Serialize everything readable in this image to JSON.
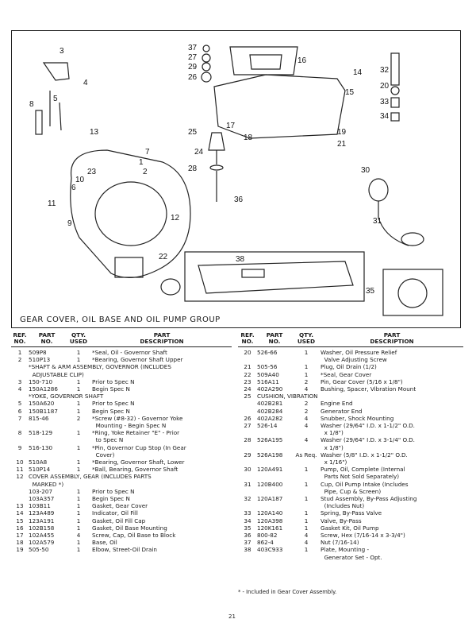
{
  "caption": "GEAR COVER, OIL BASE AND OIL PUMP GROUP",
  "headers": {
    "ref": "REF.\nNO.",
    "part": "PART\nNO.",
    "qty": "QTY.\nUSED",
    "desc": "PART\nDESCRIPTION"
  },
  "callouts": [
    "1",
    "2",
    "3",
    "4",
    "5",
    "6",
    "7",
    "8",
    "9",
    "10",
    "11",
    "12",
    "13",
    "14",
    "15",
    "16",
    "17",
    "18",
    "19",
    "20",
    "21",
    "22",
    "23",
    "24",
    "25",
    "26",
    "27",
    "28",
    "29",
    "30",
    "31",
    "32",
    "33",
    "34",
    "35",
    "36",
    "37",
    "38"
  ],
  "left_rows": [
    {
      "ref": "1",
      "part": "509P8",
      "qty": "1",
      "desc": "*Seal, Oil - Governor Shaft"
    },
    {
      "ref": "2",
      "part": "510P13",
      "qty": "1",
      "desc": "*Bearing, Governor Shaft Upper"
    },
    {
      "full": "*SHAFT & ARM ASSEMBLY, GOVERNOR (INCLUDES"
    },
    {
      "full": "  ADJUSTABLE CLIP)"
    },
    {
      "ref": "3",
      "part": "150-710",
      "qty": "1",
      "desc": "Prior to Spec N"
    },
    {
      "ref": "4",
      "part": "150A1286",
      "qty": "1",
      "desc": "Begin Spec N"
    },
    {
      "full": "*YOKE, GOVERNOR SHAFT"
    },
    {
      "ref": "5",
      "part": "150A620",
      "qty": "1",
      "desc": "Prior to Spec N"
    },
    {
      "ref": "6",
      "part": "150B1187",
      "qty": "1",
      "desc": "Begin Spec N"
    },
    {
      "ref": "7",
      "part": "815-46",
      "qty": "2",
      "desc": "*Screw (#8-32) - Governor Yoke"
    },
    {
      "desc": "  Mounting - Begin Spec N"
    },
    {
      "ref": "8",
      "part": "518-129",
      "qty": "1",
      "desc": "*Ring, Yoke Retainer \"E\" - Prior"
    },
    {
      "desc": "  to Spec N"
    },
    {
      "ref": "9",
      "part": "516-130",
      "qty": "1",
      "desc": "*Pin, Governor Cup Stop (In Gear"
    },
    {
      "desc": "  Cover)"
    },
    {
      "ref": "10",
      "part": "510A8",
      "qty": "1",
      "desc": "*Bearing, Governor Shaft, Lower"
    },
    {
      "ref": "11",
      "part": "510P14",
      "qty": "1",
      "desc": "*Ball, Bearing, Governor Shaft"
    },
    {
      "ref": "12",
      "full": "COVER ASSEMBLY, GEAR (INCLUDES PARTS"
    },
    {
      "full": "  MARKED *)"
    },
    {
      "part": "103-207",
      "qty": "1",
      "desc": "Prior to Spec N"
    },
    {
      "part": "103A357",
      "qty": "1",
      "desc": "Begin Spec N"
    },
    {
      "ref": "13",
      "part": "103B11",
      "qty": "1",
      "desc": "Gasket, Gear Cover"
    },
    {
      "ref": "14",
      "part": "123A489",
      "qty": "1",
      "desc": "Indicator, Oil Fill"
    },
    {
      "ref": "15",
      "part": "123A191",
      "qty": "1",
      "desc": "Gasket, Oil Fill Cap"
    },
    {
      "ref": "16",
      "part": "102B158",
      "qty": "1",
      "desc": "Gasket, Oil Base Mounting"
    },
    {
      "ref": "17",
      "part": "102A455",
      "qty": "4",
      "desc": "Screw, Cap, Oil Base to Block"
    },
    {
      "ref": "18",
      "part": "102A579",
      "qty": "1",
      "desc": "Base, Oil"
    },
    {
      "ref": "19",
      "part": "505-50",
      "qty": "1",
      "desc": "Elbow, Street-Oil Drain"
    }
  ],
  "right_rows": [
    {
      "ref": "20",
      "part": "526-66",
      "qty": "1",
      "desc": "Washer, Oil Pressure Relief"
    },
    {
      "desc": "  Valve Adjusting Screw"
    },
    {
      "ref": "21",
      "part": "505-56",
      "qty": "1",
      "desc": "Plug, Oil Drain (1/2)"
    },
    {
      "ref": "22",
      "part": "509A40",
      "qty": "1",
      "desc": "*Seal, Gear Cover"
    },
    {
      "ref": "23",
      "part": "516A11",
      "qty": "2",
      "desc": "Pin, Gear Cover (5/16 x 1/8\")"
    },
    {
      "ref": "24",
      "part": "402A290",
      "qty": "4",
      "desc": "Bushing, Spacer, Vibration Mount"
    },
    {
      "ref": "25",
      "full": "CUSHION, VIBRATION"
    },
    {
      "part": "402B281",
      "qty": "2",
      "desc": "Engine End"
    },
    {
      "part": "402B284",
      "qty": "2",
      "desc": "Generator End"
    },
    {
      "ref": "26",
      "part": "402A282",
      "qty": "4",
      "desc": "Snubber, Shock Mounting"
    },
    {
      "ref": "27",
      "part": "526-14",
      "qty": "4",
      "desc": "Washer (29/64\" I.D. x 1-1/2\" O.D."
    },
    {
      "desc": "  x 1/8\")"
    },
    {
      "ref": "28",
      "part": "526A195",
      "qty": "4",
      "desc": "Washer (29/64\" I.D. x 3-1/4\" O.D."
    },
    {
      "desc": "  x 1/8\")"
    },
    {
      "ref": "29",
      "part": "526A198",
      "qty": "As Req.",
      "desc": "Washer (5/8\" I.D. x 1-1/2\" O.D."
    },
    {
      "desc": "  x 1/16\")"
    },
    {
      "ref": "30",
      "part": "120A491",
      "qty": "1",
      "desc": "Pump, Oil, Complete (Internal"
    },
    {
      "desc": "  Parts Not Sold Separately)"
    },
    {
      "ref": "31",
      "part": "120B400",
      "qty": "1",
      "desc": "Cup, Oil Pump Intake (Includes"
    },
    {
      "desc": "  Pipe, Cup & Screen)"
    },
    {
      "ref": "32",
      "part": "120A187",
      "qty": "1",
      "desc": "Stud Assembly, By-Pass Adjusting"
    },
    {
      "desc": "  (Includes Nut)"
    },
    {
      "ref": "33",
      "part": "120A140",
      "qty": "1",
      "desc": "Spring, By-Pass Valve"
    },
    {
      "ref": "34",
      "part": "120A398",
      "qty": "1",
      "desc": "Valve, By-Pass"
    },
    {
      "ref": "35",
      "part": "120K161",
      "qty": "1",
      "desc": "Gasket Kit, Oil Pump"
    },
    {
      "ref": "36",
      "part": "800-82",
      "qty": "4",
      "desc": "Screw, Hex (7/16-14 x 3-3/4\")"
    },
    {
      "ref": "37",
      "part": "862-4",
      "qty": "4",
      "desc": "Nut (7/16-14)"
    },
    {
      "ref": "38",
      "part": "403C933",
      "qty": "1",
      "desc": "Plate, Mounting -"
    },
    {
      "desc": "  Generator Set - Opt."
    }
  ],
  "footnote": "* - Included in Gear Cover Assembly.",
  "page_number": "21"
}
